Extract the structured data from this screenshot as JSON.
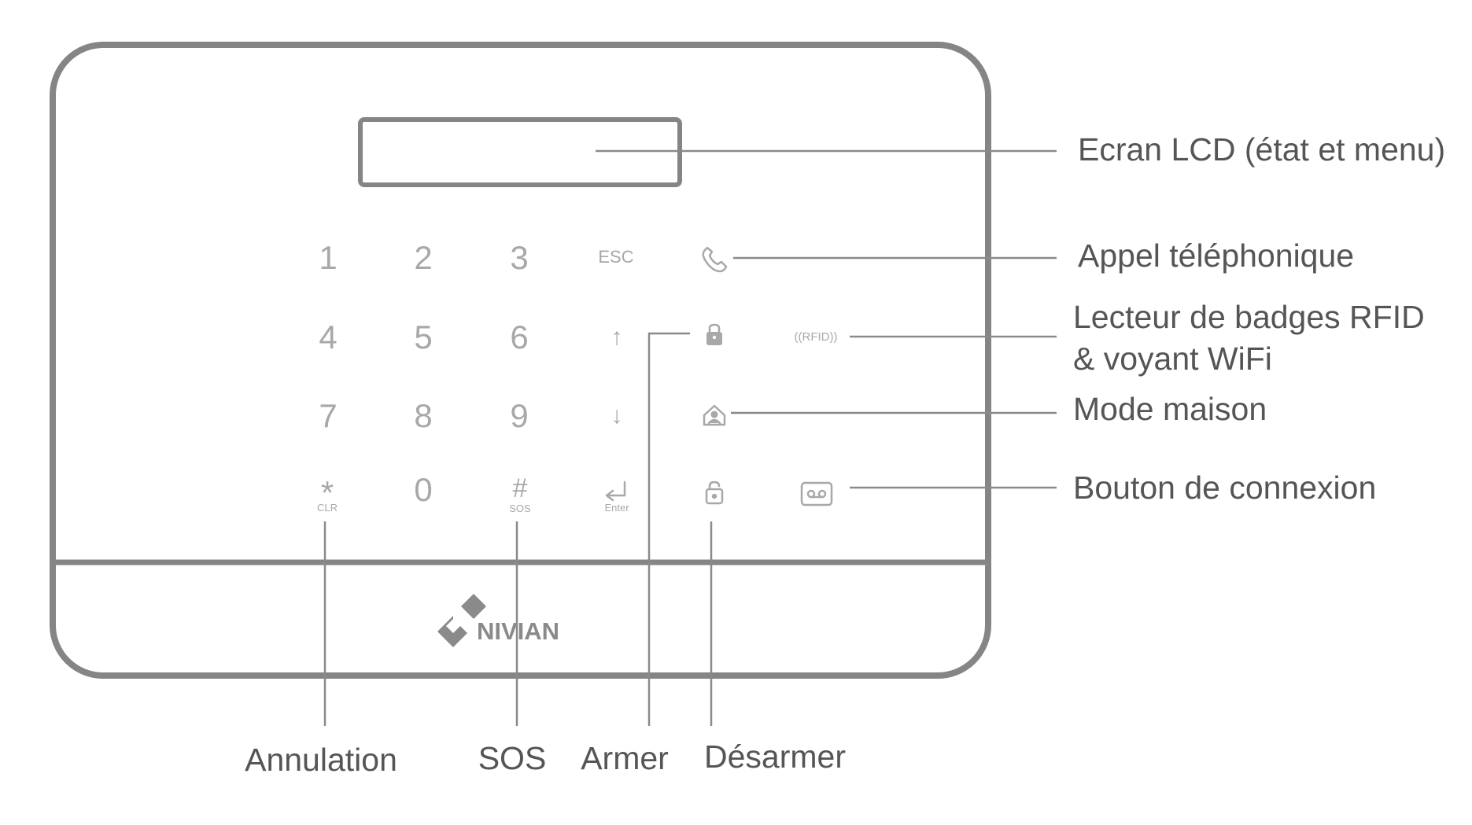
{
  "keypad": {
    "row1": [
      "1",
      "2",
      "3",
      "ESC"
    ],
    "row2": [
      "4",
      "5",
      "6",
      "↑"
    ],
    "row3": [
      "7",
      "8",
      "9",
      "↓"
    ],
    "star": "*",
    "star_sub": "CLR",
    "zero": "0",
    "hash": "#",
    "hash_sub": "SOS",
    "enter_sub": "Enter",
    "rfid": "((RFID))"
  },
  "brand": {
    "name": "NIVIAN"
  },
  "callouts": {
    "lcd": "Ecran LCD (état et menu)",
    "call": "Appel téléphonique",
    "rfid_line1": "Lecteur de badges RFID",
    "rfid_line2": "& voyant WiFi",
    "home": "Mode maison",
    "connect": "Bouton de connexion",
    "cancel": "Annulation",
    "sos": "SOS",
    "arm": "Armer",
    "disarm": "Désarmer"
  },
  "icons": {
    "call": "phone-icon",
    "arm": "lock-closed-icon",
    "home": "home-mode-icon",
    "disarm": "lock-open-icon",
    "connect": "tape-icon",
    "up": "arrow-up-icon",
    "down": "arrow-down-icon",
    "enter": "enter-arrow-icon"
  },
  "colors": {
    "outline": "#858585",
    "key_text": "#a8a8a8",
    "callout_text": "#555555"
  }
}
